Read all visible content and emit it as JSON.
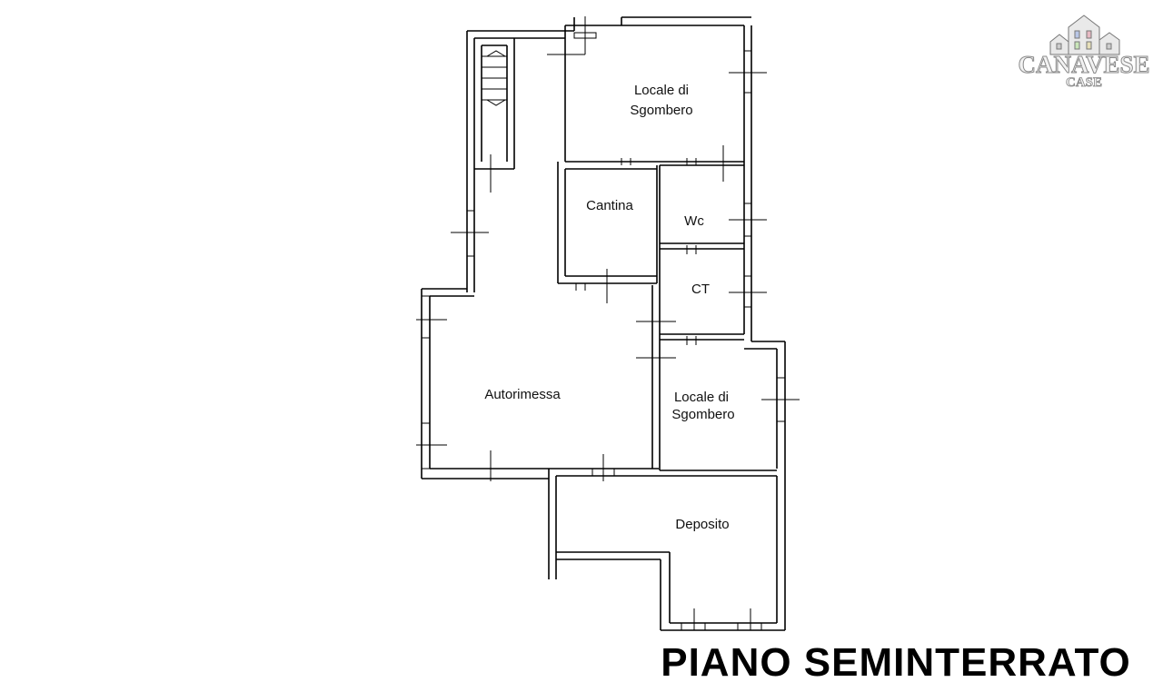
{
  "title": "PIANO SEMINTERRATO",
  "logo": {
    "line1": "CANAVESE",
    "line2": "CASE"
  },
  "rooms": [
    {
      "id": "locale-sgombero-top",
      "line1": "Locale di",
      "line2": "Sgombero"
    },
    {
      "id": "cantina",
      "line1": "Cantina"
    },
    {
      "id": "wc",
      "line1": "Wc"
    },
    {
      "id": "ct",
      "line1": "CT"
    },
    {
      "id": "autorimessa",
      "line1": "Autorimessa"
    },
    {
      "id": "locale-sgombero-right",
      "line1": "Locale di",
      "line2": "Sgombero"
    },
    {
      "id": "deposito",
      "line1": "Deposito"
    }
  ],
  "colors": {
    "walls": "#000000",
    "logo_fill": "#f2f2f2",
    "logo_outline": "#8a8a8a"
  }
}
